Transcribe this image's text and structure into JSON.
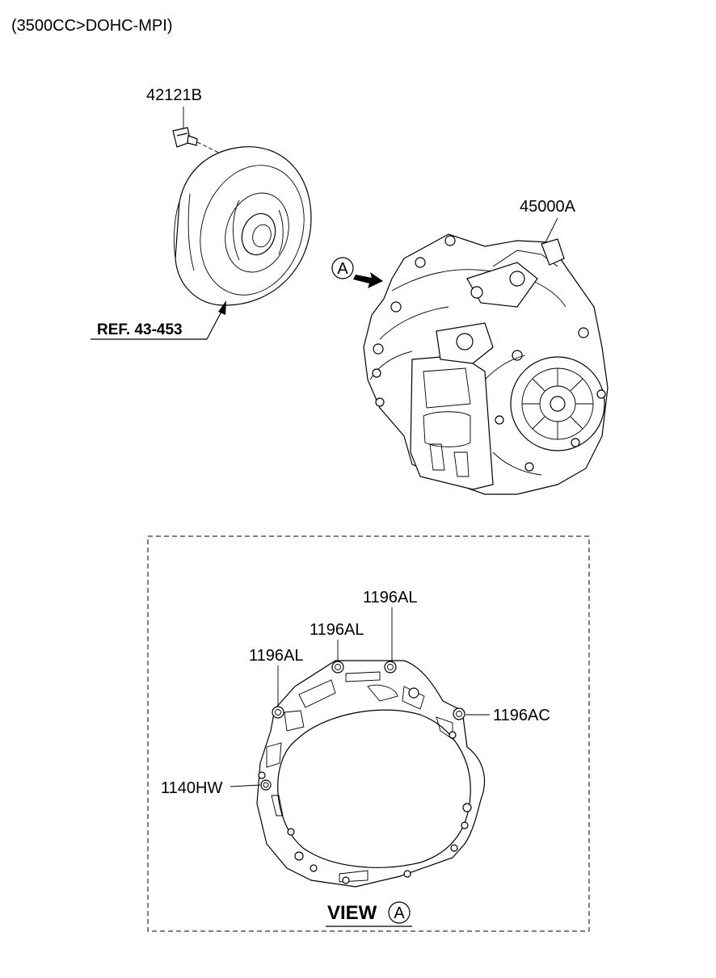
{
  "header": {
    "engine_spec": "(3500CC>DOHC-MPI)"
  },
  "parts": {
    "bolt_42121B": "42121B",
    "transaxle_45000A": "45000A",
    "ref_torque_converter": "REF. 43-453",
    "callout_marker": "A"
  },
  "view_a": {
    "title": "VIEW",
    "marker": "A",
    "labels": {
      "dowel_top_right": "1196AL",
      "dowel_top_mid": "1196AL",
      "dowel_left": "1196AL",
      "dowel_right": "1196AC",
      "pin_left": "1140HW"
    }
  }
}
